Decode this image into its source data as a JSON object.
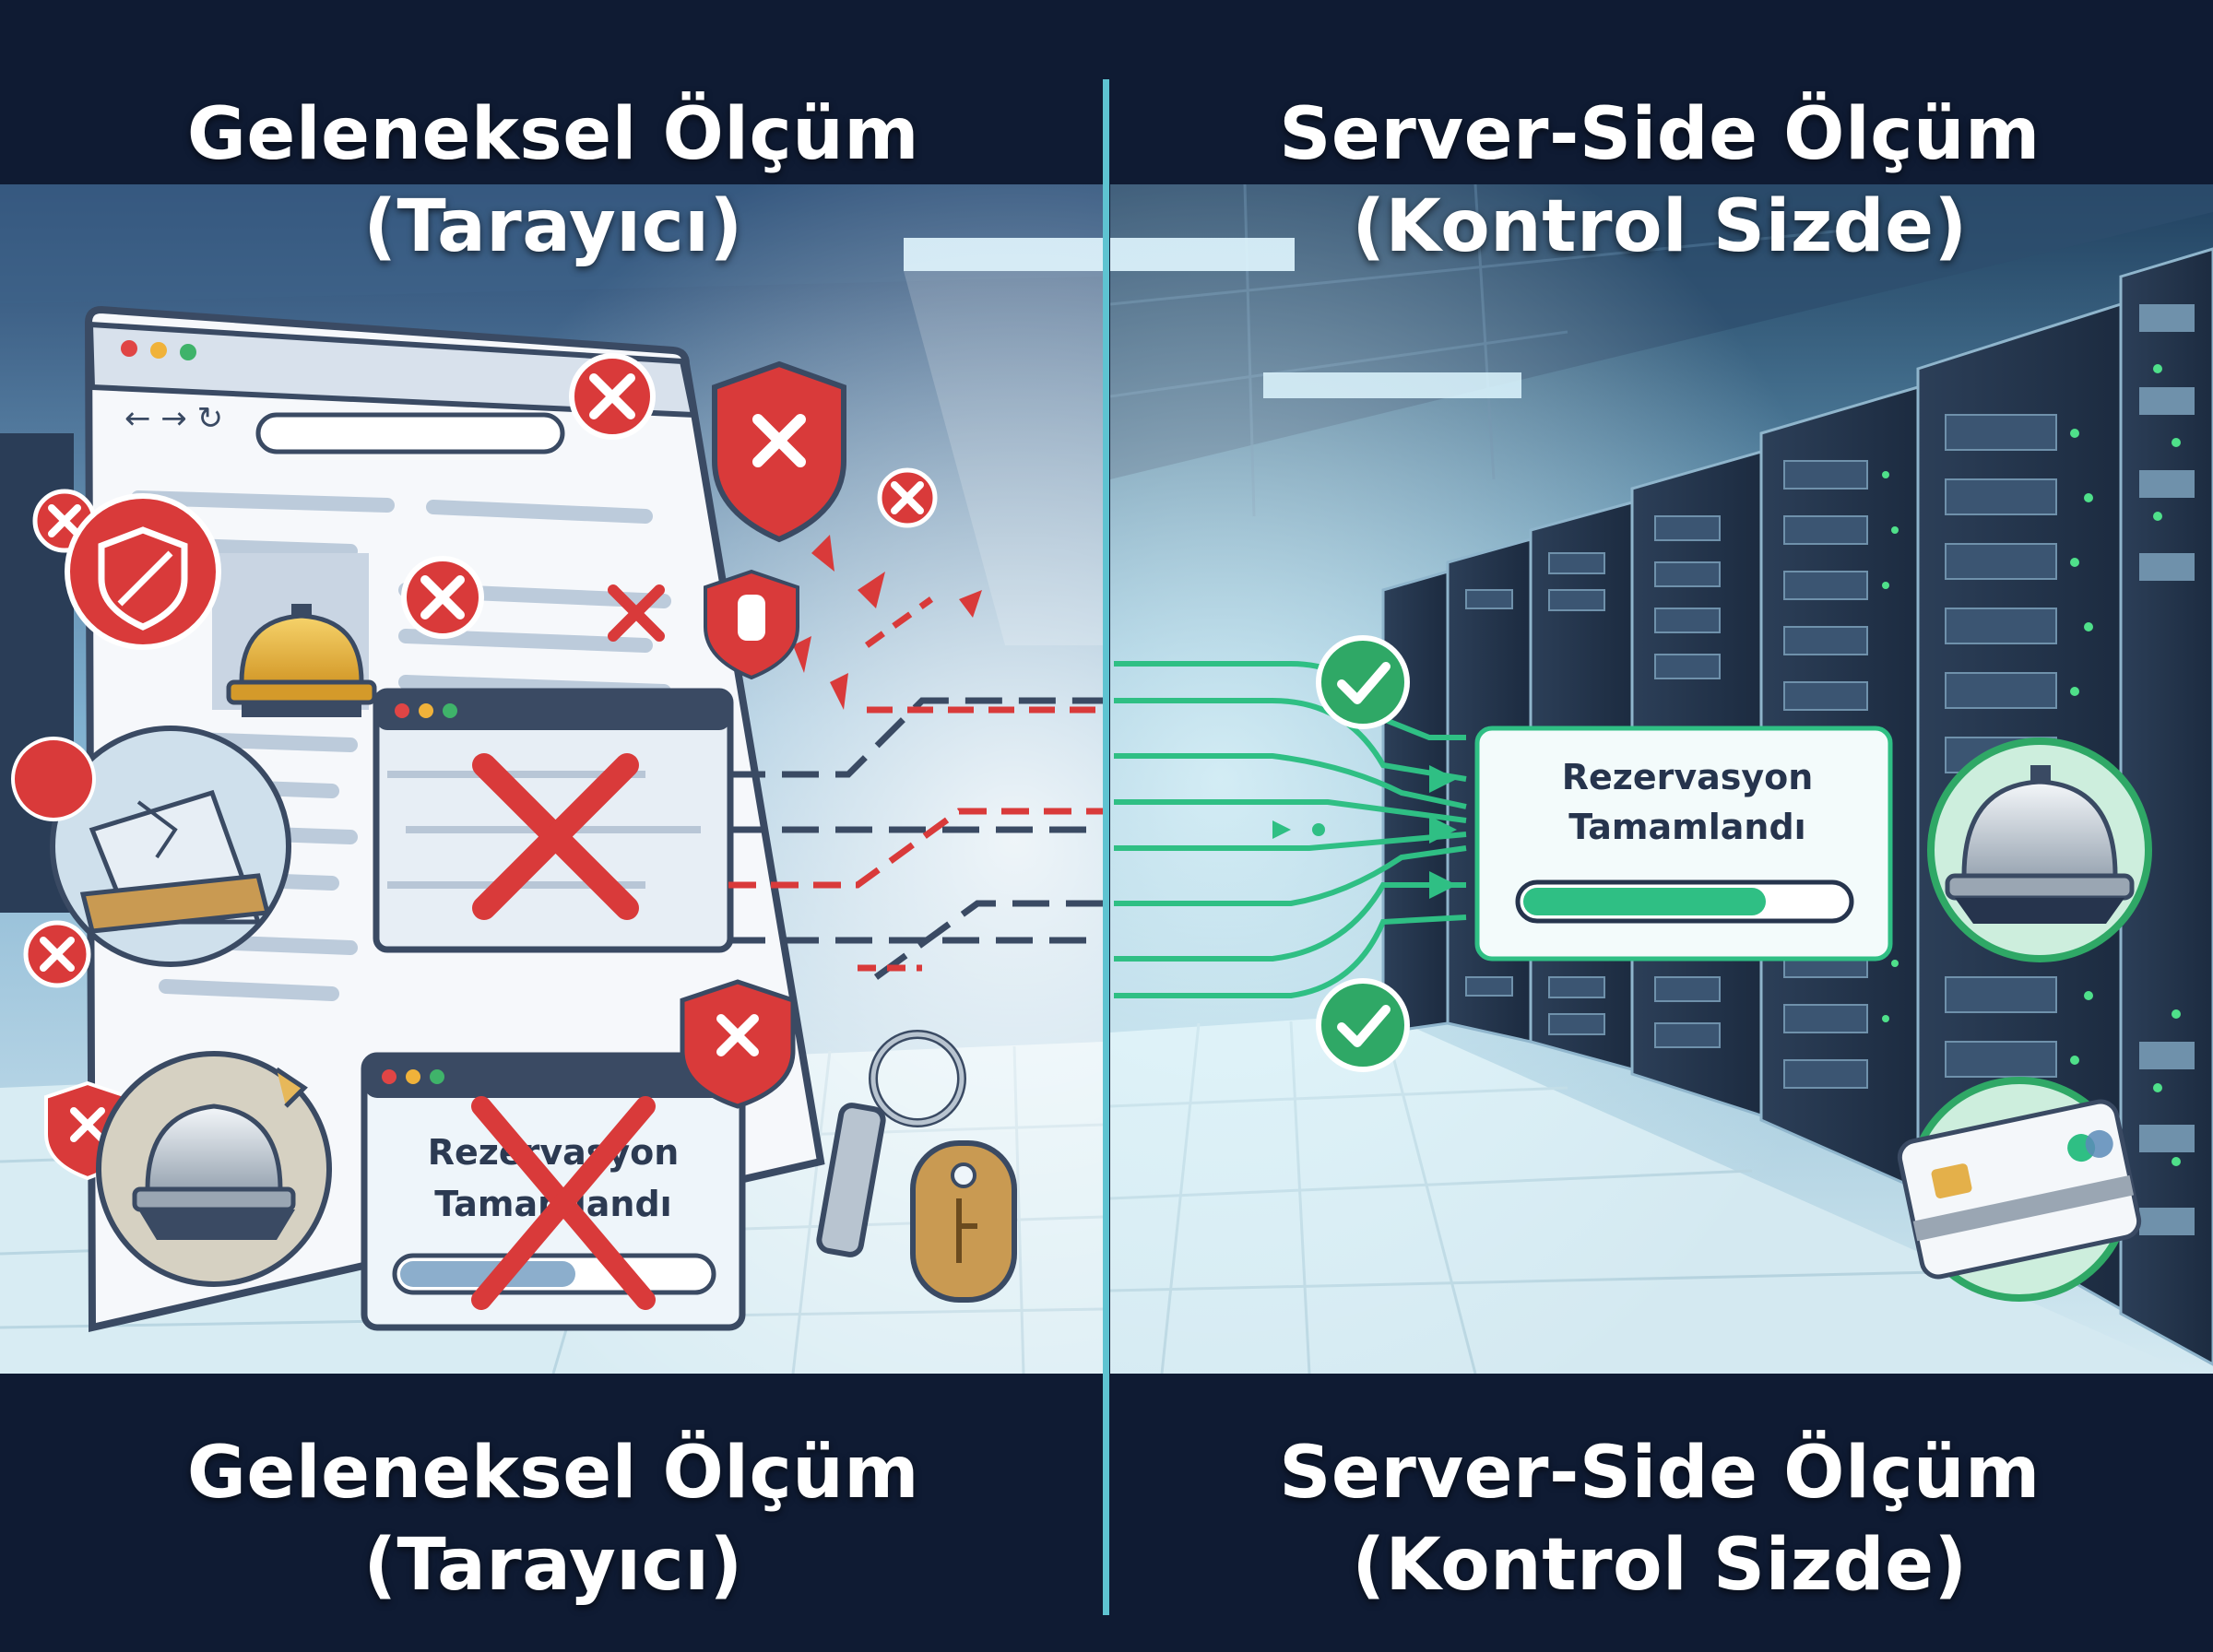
{
  "left_panel": {
    "title_top": {
      "line1": "Geleneksel Ölçüm",
      "line2": "(Tarayıcı)"
    },
    "title_bottom": {
      "line1": "Geleneksel Ölçüm",
      "line2": "(Tarayıcı)"
    },
    "failed_card": {
      "line1": "Rezervasyon",
      "line2": "Tamamlandı"
    },
    "icons": [
      "browser-window-icon",
      "shield-error-icon",
      "error-x-icon",
      "hotel-bell-icon",
      "broken-bell-icon",
      "hand-block-icon",
      "keys-icon",
      "broken-links-icon"
    ]
  },
  "right_panel": {
    "title_top": {
      "line1": "Server-Side Ölçüm",
      "line2": "(Kontrol Sizde)"
    },
    "title_bottom": {
      "line1": "Server-Side Ölçüm",
      "line2": "(Kontrol Sizde)"
    },
    "success_card": {
      "line1": "Rezervasyon",
      "line2": "Tamamlandı",
      "progress": 0.75
    },
    "icons": [
      "check-icon",
      "hotel-bell-icon",
      "credit-card-icon",
      "server-rack-icon"
    ]
  },
  "colors": {
    "navy": "#0f1b33",
    "divider": "#5ec3d1",
    "error_red": "#d93a3a",
    "success_green": "#2fa866",
    "card_bg": "#f3fbfb"
  }
}
